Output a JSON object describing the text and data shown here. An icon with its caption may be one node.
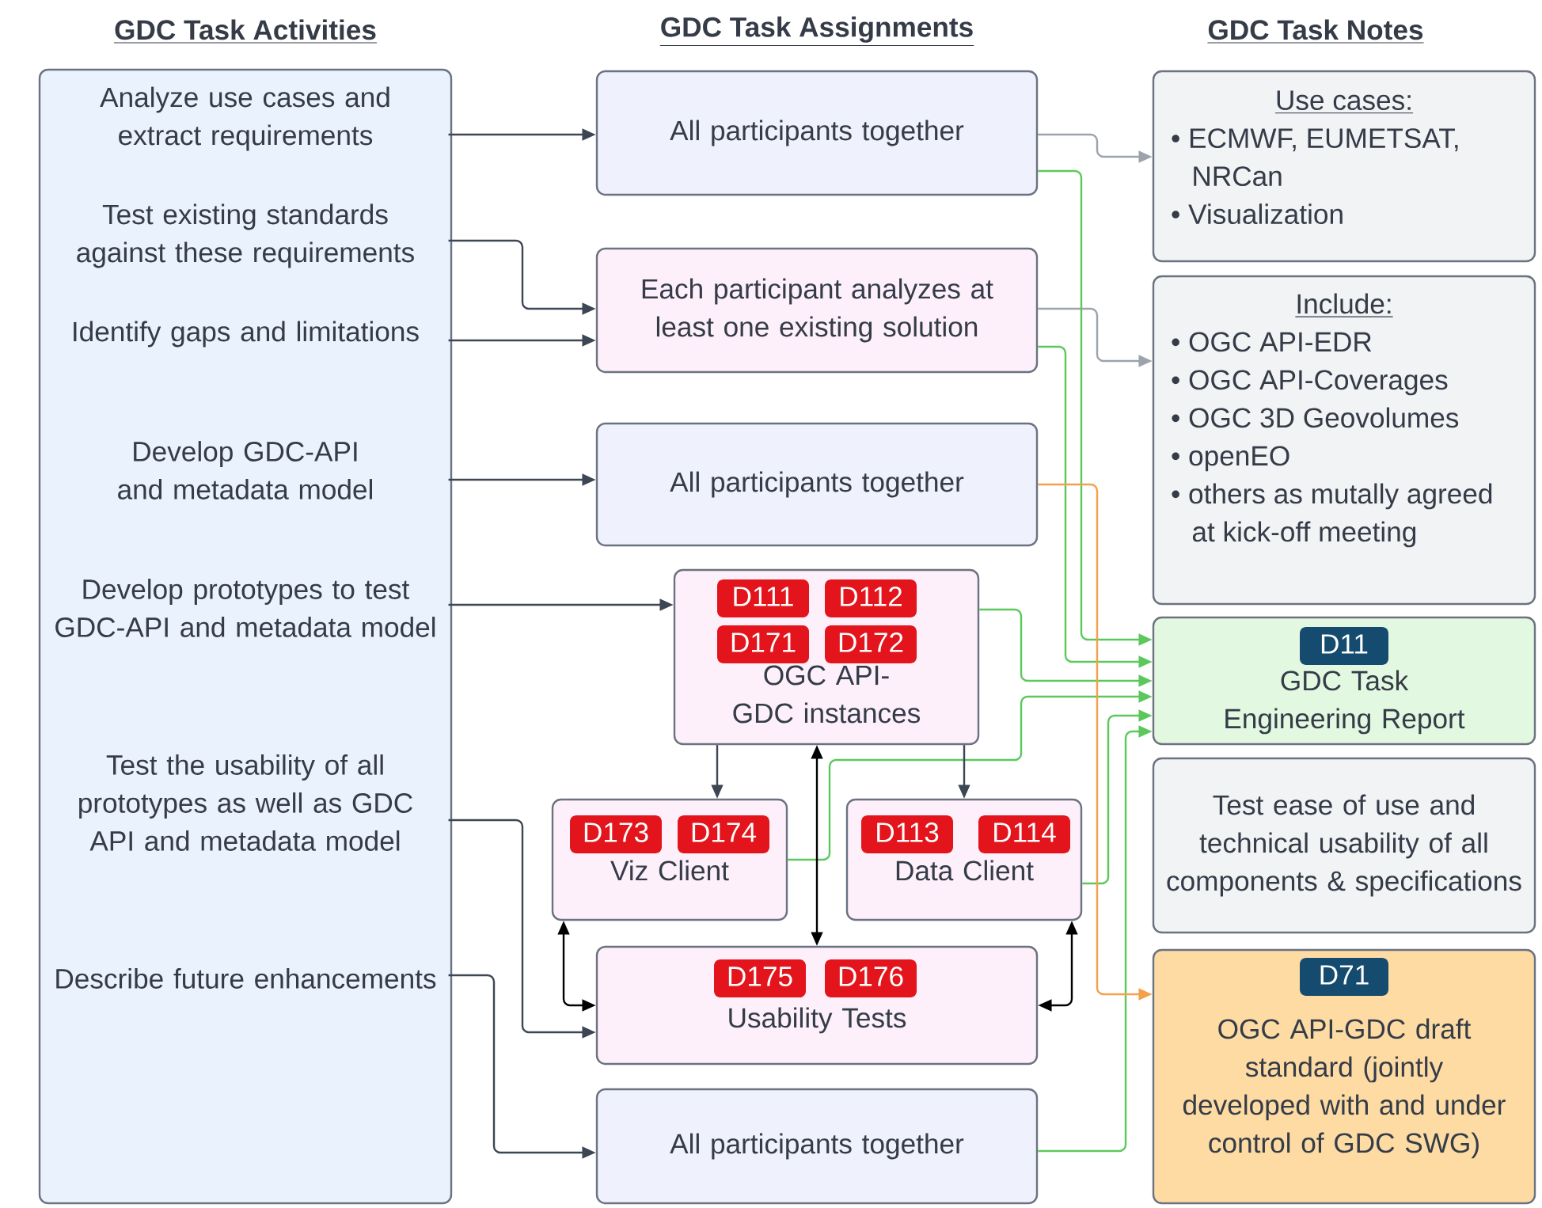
{
  "diagram": {
    "nodes": [
      {
        "text": [
          "GDC Task Activities"
        ]
      },
      {
        "text": [
          "Analyze use cases and extract requirements"
        ],
        "in": 0
      },
      {
        "text": [
          "Test existing standards against these requirements"
        ],
        "in": 0
      },
      {
        "text": [
          "Identify gaps and limitations"
        ],
        "in": 0
      },
      {
        "text": [
          "Develop GDC-API and metadata model"
        ],
        "in": 0
      },
      {
        "text": [
          "Develop prototypes to test GDC-API and metadata model"
        ],
        "in": 0
      },
      {
        "text": [
          "Test the usability of all prototypes as well as GDC API and metadata model"
        ],
        "in": 0
      },
      {
        "text": [
          "Describe future enhancements"
        ],
        "in": 0
      },
      {
        "text": [
          "All participants together"
        ]
      },
      {
        "text": [
          "Each participant analyzes at least one existing solution"
        ]
      },
      {
        "text": [
          "All participants together"
        ]
      },
      {
        "text": [
          "OGC API-GDC instances"
        ]
      },
      {
        "text": [
          "D111"
        ],
        "in": 11
      },
      {
        "text": [
          "D112"
        ],
        "in": 11
      },
      {
        "text": [
          "D171"
        ],
        "in": 11
      },
      {
        "text": [
          "D172"
        ],
        "in": 11
      },
      {
        "text": [
          "Viz Client"
        ]
      },
      {
        "text": [
          "D173"
        ],
        "in": 16
      },
      {
        "text": [
          "D174"
        ],
        "in": 16
      },
      {
        "text": [
          "Data Client"
        ]
      },
      {
        "text": [
          "D113"
        ],
        "in": 19
      },
      {
        "text": [
          "D114"
        ],
        "in": 19
      },
      {
        "text": [
          "Usability Tests"
        ]
      },
      {
        "text": [
          "D175"
        ],
        "in": 22
      },
      {
        "text": [
          "D176"
        ],
        "in": 22
      },
      {
        "text": [
          "All participants together"
        ]
      },
      {
        "text": [
          "Use cases:",
          "• ECMWF, EUMETSAT, NRCan",
          "• Visualization"
        ]
      },
      {
        "text": [
          "Include:",
          "• OGC API-EDR",
          "• OGC API-Coverages",
          "• OGC 3D Geovolumes",
          "• openEO",
          "• others as mutally agreed at kick-off meeting"
        ]
      },
      {
        "text": [
          "GDC Task Engineering Report"
        ]
      },
      {
        "text": [
          "D11"
        ],
        "in": 28
      },
      {
        "text": [
          "Test ease of use and technical usability of all components & specifications"
        ]
      },
      {
        "text": [
          "OGC API-GDC draft standard (jointly developed with and under control of GDC SWG)"
        ]
      },
      {
        "text": [
          "D71"
        ],
        "in": 31
      }
    ],
    "edges": [
      {
        "from": 1,
        "to": 8,
        "arrow": "to"
      },
      {
        "from": 2,
        "to": 9,
        "arrow": "to"
      },
      {
        "from": 3,
        "to": 9,
        "arrow": "to"
      },
      {
        "from": 4,
        "to": 10,
        "arrow": "to"
      },
      {
        "from": 5,
        "to": 11,
        "arrow": "to"
      },
      {
        "from": 6,
        "to": 22,
        "arrow": "to"
      },
      {
        "from": 7,
        "to": 25,
        "arrow": "to"
      },
      {
        "from": 8,
        "to": 26,
        "arrow": "to",
        "color": "#9ca3ab"
      },
      {
        "from": 9,
        "to": 27,
        "arrow": "to",
        "color": "#9ca3ab"
      },
      {
        "from": 8,
        "to": 28,
        "arrow": "to",
        "color": "#5cc85c"
      },
      {
        "from": 9,
        "to": 28,
        "arrow": "to",
        "color": "#5cc85c"
      },
      {
        "from": 11,
        "to": 28,
        "arrow": "to",
        "color": "#5cc85c"
      },
      {
        "from": 16,
        "to": 28,
        "arrow": "to",
        "color": "#5cc85c"
      },
      {
        "from": 19,
        "to": 28,
        "arrow": "to",
        "color": "#5cc85c"
      },
      {
        "from": 25,
        "to": 28,
        "arrow": "to",
        "color": "#5cc85c"
      },
      {
        "from": 10,
        "to": 31,
        "arrow": "to",
        "color": "#f5a04a"
      },
      {
        "from": 11,
        "to": 16,
        "arrow": "to"
      },
      {
        "from": 11,
        "to": 19,
        "arrow": "to"
      },
      {
        "from": 11,
        "to": 22,
        "arrow": "both",
        "color": "#000000"
      },
      {
        "from": 16,
        "to": 22,
        "arrow": "both",
        "color": "#000000"
      },
      {
        "from": 19,
        "to": 22,
        "arrow": "both",
        "color": "#000000"
      }
    ],
    "labels": [
      "GDC Task Assignments",
      "GDC Task Notes"
    ]
  }
}
